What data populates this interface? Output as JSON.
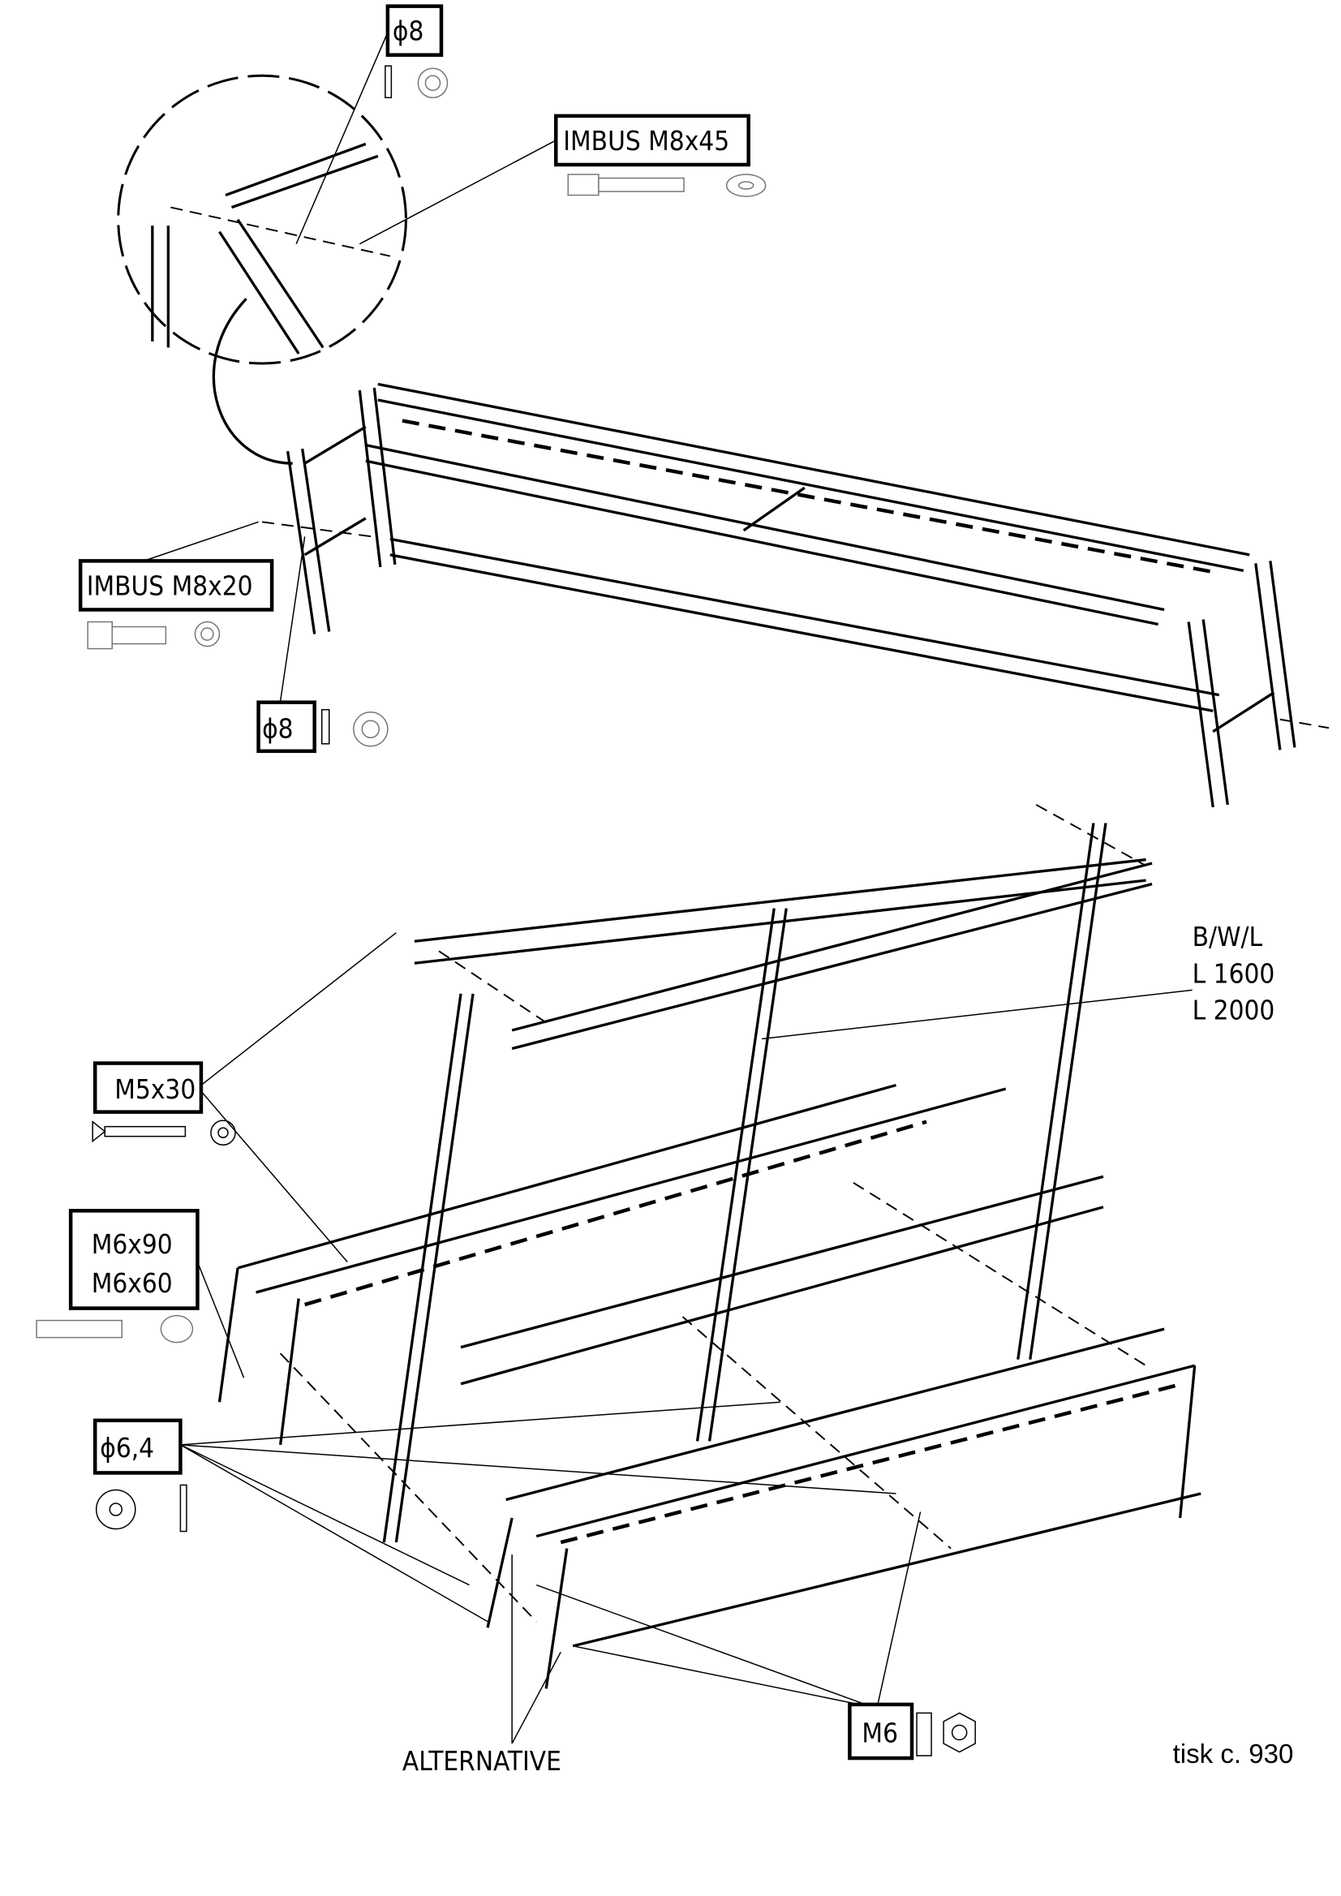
{
  "labels": {
    "dia8_top": "ϕ8",
    "imbus_m8x45": "IMBUS M8x45",
    "imbus_m8x20": "IMBUS M8x20",
    "dia8_bottom": "ϕ8",
    "bwl": "B/W/L",
    "l1600": "L 1600",
    "l2000": "L 2000",
    "m5x30": "M5x30",
    "m6x90": "M6x90",
    "m6x60": "M6x60",
    "dia6_4": "ϕ6,4",
    "m6": "M6",
    "alternative": "ALTERNATIVE",
    "print_no": "tisk c. 930"
  }
}
